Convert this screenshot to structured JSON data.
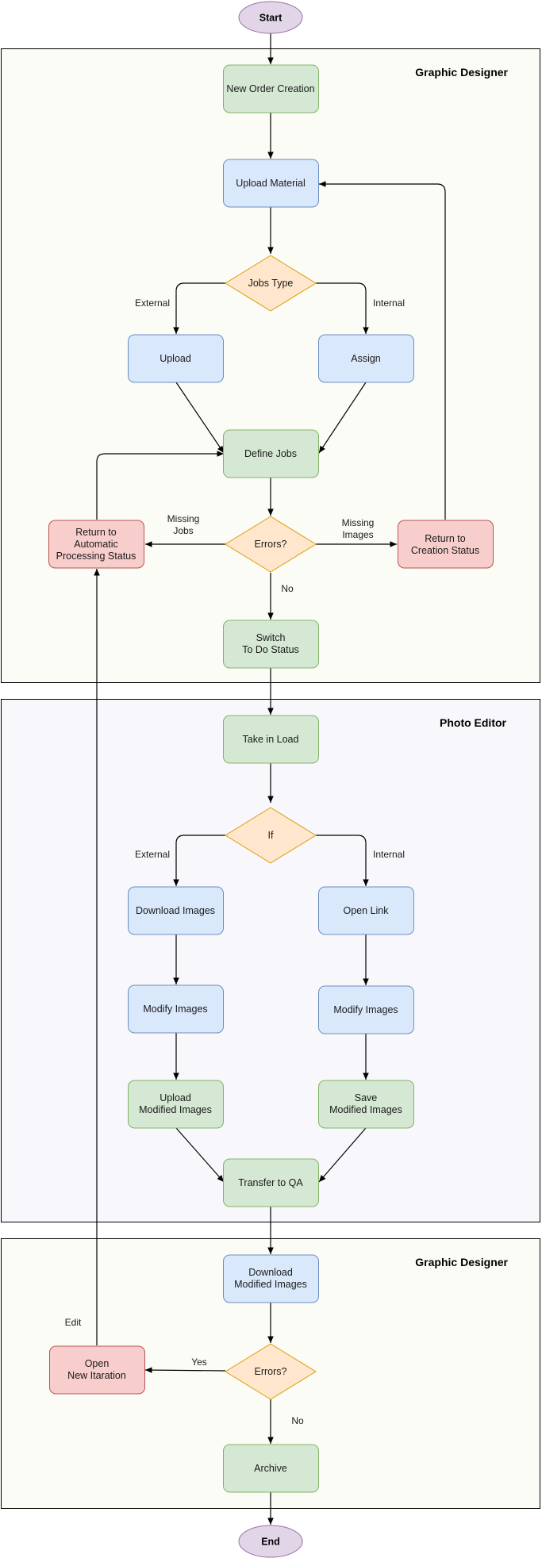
{
  "lanes": {
    "designer_top": "Graphic Designer",
    "photo_editor": "Photo Editor",
    "designer_bottom": "Graphic Designer"
  },
  "nodes": {
    "start": "Start",
    "new_order": "New Order Creation",
    "upload_material": "Upload Material",
    "jobs_type": "Jobs Type",
    "upload": "Upload",
    "assign": "Assign",
    "define_jobs": "Define Jobs",
    "errors_1": "Errors?",
    "return_auto": [
      "Return to",
      "Automatic",
      "Processing Status"
    ],
    "return_creation": [
      "Return to",
      "Creation Status"
    ],
    "switch_todo": [
      "Switch",
      "To Do Status"
    ],
    "take_in_load": "Take in Load",
    "if": "If",
    "download_images": "Download Images",
    "open_link": "Open Link",
    "modify_images_left": "Modify Images",
    "modify_images_right": "Modify Images",
    "upload_modified": [
      "Upload",
      "Modified Images"
    ],
    "save_modified": [
      "Save",
      "Modified Images"
    ],
    "transfer_qa": "Transfer to QA",
    "download_modified": [
      "Download",
      "Modified Images"
    ],
    "errors_2": "Errors?",
    "open_new_iteration": [
      "Open",
      "New Itaration"
    ],
    "archive": "Archive",
    "end": "End"
  },
  "edge_labels": {
    "external_1": "External",
    "internal_1": "Internal",
    "missing_jobs": [
      "Missing",
      "Jobs"
    ],
    "missing_images": [
      "Missing",
      "Images"
    ],
    "no_1": "No",
    "external_2": "External",
    "internal_2": "Internal",
    "edit": "Edit",
    "yes": "Yes",
    "no_2": "No"
  },
  "colors": {
    "green_fill": "#d5e8d4",
    "green_stroke": "#82b366",
    "blue_fill": "#dae8fc",
    "blue_stroke": "#6c8ebf",
    "red_fill": "#f8cecc",
    "red_stroke": "#b85450",
    "orange_fill": "#ffe6cc",
    "orange_stroke": "#d79b00",
    "purple_fill": "#e1d5e7",
    "purple_stroke": "#9673a6",
    "lane_designer": "#fbfcf5",
    "lane_editor": "#f8f8fc"
  }
}
